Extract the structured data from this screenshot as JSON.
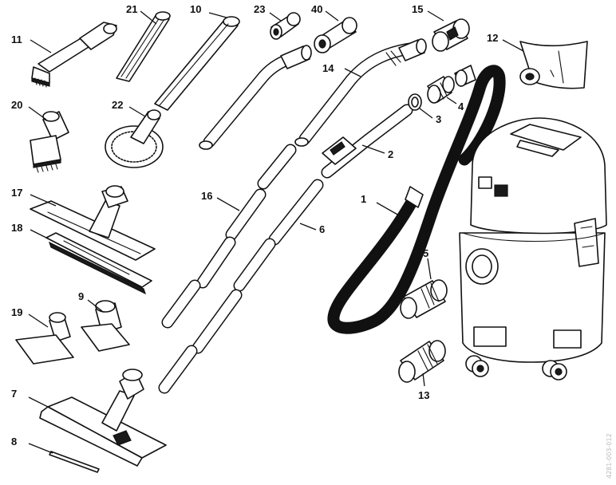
{
  "parts": {
    "p1": "1",
    "p2": "2",
    "p3": "3",
    "p4": "4",
    "p5": "5",
    "p6": "6",
    "p7": "7",
    "p8": "8",
    "p9": "9",
    "p10": "10",
    "p11": "11",
    "p12": "12",
    "p13": "13",
    "p14": "14",
    "p15": "15",
    "p16": "16",
    "p17": "17",
    "p18": "18",
    "p19": "19",
    "p20": "20",
    "p21": "21",
    "p22": "22",
    "p23": "23",
    "p40": "40"
  },
  "watermark": "4281-003-012"
}
